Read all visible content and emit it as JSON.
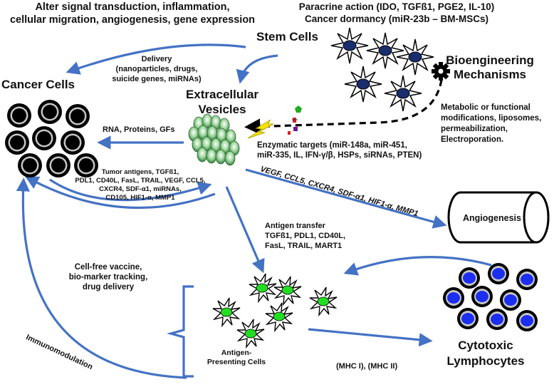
{
  "colors": {
    "arrow": "#4472C4",
    "cell_fill": "#000000",
    "cell_ring": "#c0c0c0",
    "ev_green": "#6fb86a",
    "apc_nucleus": "#22dd22",
    "stem_nucleus": "#1a2d6e",
    "lymph_nucleus": "#1c2ef0",
    "spark": "#f5e400"
  },
  "icons": {
    "bioengineering": "gear-icon",
    "enzymatic": "lightning-icon"
  },
  "labels": {
    "top_left": [
      "Alter signal transduction, inflammation,",
      "cellular migration, angiogenesis, gene expression"
    ],
    "paracrine": [
      "Paracrine action (IDO, TGFß1, PGE2, IL-10)",
      "Cancer dormancy (miR-23b – BM-MSCs)"
    ],
    "stem_cells": "Stem Cells",
    "bioengineering": [
      "Bioengineering",
      "Mechanisms"
    ],
    "delivery": [
      "Delivery",
      "(nanoparticles, drugs,",
      "suicide genes, miRNAs)"
    ],
    "cancer_cells": "Cancer Cells",
    "extracellular_vesicles": [
      "Extracellular",
      "Vesicles"
    ],
    "rna": "RNA, Proteins, GFs",
    "metabolic": [
      "Metabolic or functional",
      "modifications, liposomes,",
      "permeabilization,",
      "Electroporation."
    ],
    "enzymatic": [
      "Enzymatic targets (miR-148a, miR-451,",
      "miR-335, IL, IFN-γ/β, HSPs, siRNAs, PTEN)"
    ],
    "tumor_antigens": [
      "Tumor antigens,   TGFß1,",
      "PDL1, CD40L, FasL, TRAIL, VEGF, CCL5,",
      "CXCR4, SDF-α1, miRNAs,",
      "CD105, HIF1-α, MMP1"
    ],
    "vegf": "VEGF, CCL5, CXCR4, SDF-α1, HIF1-α, MMP1",
    "angiogenesis": "Angiogenesis",
    "antigen_transfer": [
      "Antigen transfer",
      "TGFß1, PDL1, CD40L,",
      "FasL, TRAIL, MART1"
    ],
    "cell_free": [
      "Cell-free vaccine,",
      "bio-marker tracking,",
      "drug delivery"
    ],
    "immunomodulation": "Immunomodulation",
    "apc": [
      "Antigen-",
      "Presenting Cells"
    ],
    "mhc": "(MHC I), (MHC II)",
    "cytotoxic": [
      "Cytotoxic",
      "Lymphocytes"
    ]
  }
}
